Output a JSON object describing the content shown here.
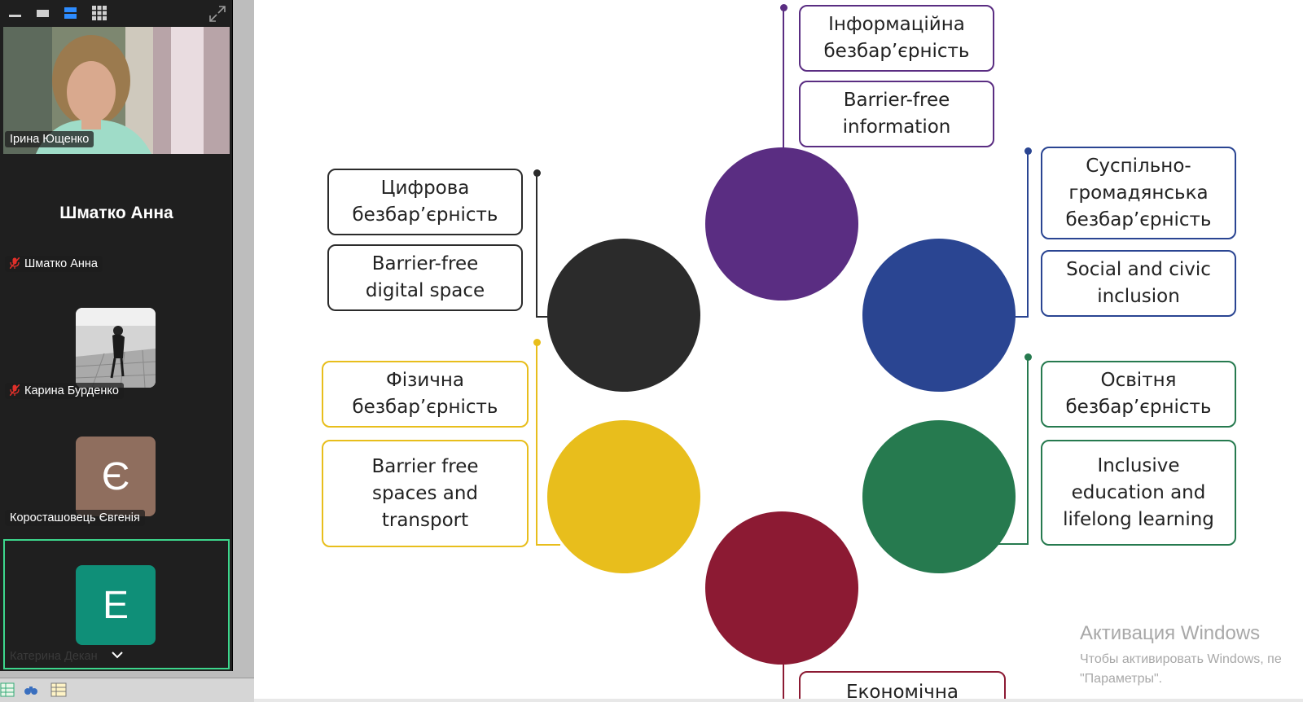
{
  "sidebar": {
    "participants": [
      {
        "name": "Ірина Ющенко",
        "type": "video",
        "muted": false
      },
      {
        "name": "Шматко Анна",
        "display_title": "Шматко Анна",
        "type": "name-only",
        "muted": true
      },
      {
        "name": "Карина Бурденко",
        "type": "photo",
        "muted": true
      },
      {
        "name": "Коросташовець Євгенія",
        "type": "initial",
        "initial": "Є",
        "avatar_color": "#8f6e5e",
        "muted": false
      },
      {
        "name": "Катерина Декан",
        "type": "initial",
        "initial": "E",
        "avatar_color": "#0f8f78",
        "muted": false,
        "active_speaker": true
      }
    ],
    "toolbar_icons": [
      "minimize-icon",
      "single-view-icon",
      "speaker-view-icon",
      "gallery-view-icon",
      "expand-icon"
    ],
    "active_color": "#3dd68c"
  },
  "slide": {
    "items": [
      {
        "key": "info",
        "color": "#5a2d82",
        "ua": "Інформаційна\nбезбар’єрність",
        "en": "Barrier-free\ninformation"
      },
      {
        "key": "social",
        "color": "#2a4592",
        "ua": "Суспільно-\nгромадянська\nбезбар’єрність",
        "en": "Social and civic\ninclusion"
      },
      {
        "key": "education",
        "color": "#267a4f",
        "ua": "Освітня\nбезбар’єрність",
        "en": "Inclusive\neducation and\nlifelong learning"
      },
      {
        "key": "economic",
        "color": "#8c1a33",
        "ua": "Економічна"
      },
      {
        "key": "physical",
        "color": "#e8be1c",
        "ua": "Фізична\nбезбар’єрність",
        "en": "Barrier free\nspaces and\ntransport"
      },
      {
        "key": "digital",
        "color": "#2b2b2b",
        "ua": "Цифрова\nбезбар’єрність",
        "en": "Barrier-free\ndigital space"
      }
    ]
  },
  "watermark": {
    "title": "Активация Windows",
    "line1": "Чтобы активировать Windows, пе",
    "line2": "\"Параметры\"."
  }
}
